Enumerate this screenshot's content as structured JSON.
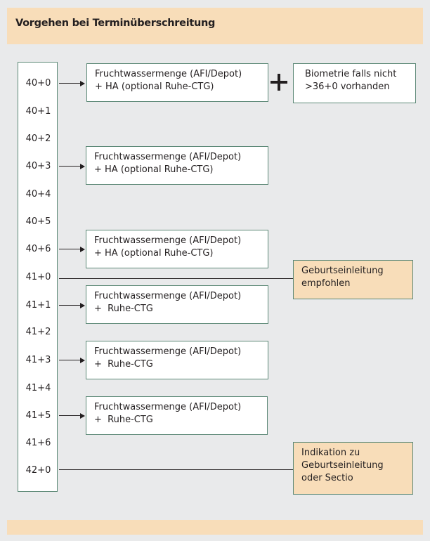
{
  "header": {
    "title": "Vorgehen bei Terminüberschreitung"
  },
  "weeks": [
    "40+0",
    "40+1",
    "40+2",
    "40+3",
    "40+4",
    "40+5",
    "40+6",
    "41+0",
    "41+1",
    "41+2",
    "41+3",
    "41+4",
    "41+5",
    "41+6",
    "42+0"
  ],
  "boxes": {
    "b40_0": "Fruchtwassermenge (AFI/Depot)\n+ HA (optional Ruhe-CTG)",
    "biometrie": "Biometrie falls nicht\n>36+0 vorhanden",
    "b40_3": "Fruchtwassermenge (AFI/Depot)\n+ HA (optional Ruhe-CTG)",
    "b40_6": "Fruchtwassermenge (AFI/Depot)\n+ HA (optional Ruhe-CTG)",
    "geburtseinleitung": "Geburtseinleitung\nempfohlen",
    "b41_1": "Fruchtwassermenge (AFI/Depot)\n+  Ruhe-CTG",
    "b41_3": "Fruchtwassermenge (AFI/Depot)\n+  Ruhe-CTG",
    "b41_5": "Fruchtwassermenge (AFI/Depot)\n+  Ruhe-CTG",
    "indikation": "Indikation zu\nGeburtseinleitung\noder Sectio"
  },
  "colors": {
    "accent_fill": "#f8ddb9",
    "box_border": "#5d8977",
    "background": "#e9eaeb"
  }
}
